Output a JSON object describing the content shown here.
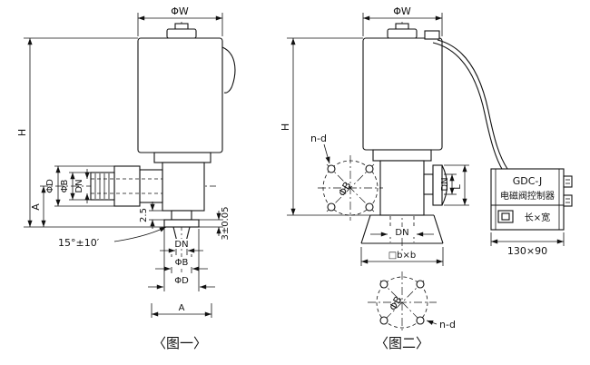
{
  "figure1": {
    "caption": "〈图一〉",
    "dims": {
      "top_width": "ΦW",
      "height": "H",
      "side_a": "A",
      "port_outer": "ΦD",
      "port_mid": "ΦB",
      "port_bore": "DN",
      "step": "2.5",
      "tolerance": "3±0.05",
      "taper_angle": "15°±10′",
      "bottom_bore": "DN",
      "bottom_mid": "ΦB",
      "bottom_outer": "ΦD",
      "bottom_a": "A"
    }
  },
  "figure2": {
    "caption": "〈图二〉",
    "dims": {
      "top_width": "ΦW",
      "height": "H",
      "flange_bore": "DN",
      "flange_l": "L",
      "base_bore": "DN",
      "base_square": "□b×b",
      "bolt_circle_top": "ΦB",
      "bolt_holes_top": "n-d",
      "bolt_circle_bottom": "ΦB",
      "bolt_holes_bottom": "n-d"
    },
    "controller": {
      "model": "GDC-J",
      "name": "电磁阀控制器",
      "size_label": "长×宽",
      "size_value": "130×90"
    }
  }
}
